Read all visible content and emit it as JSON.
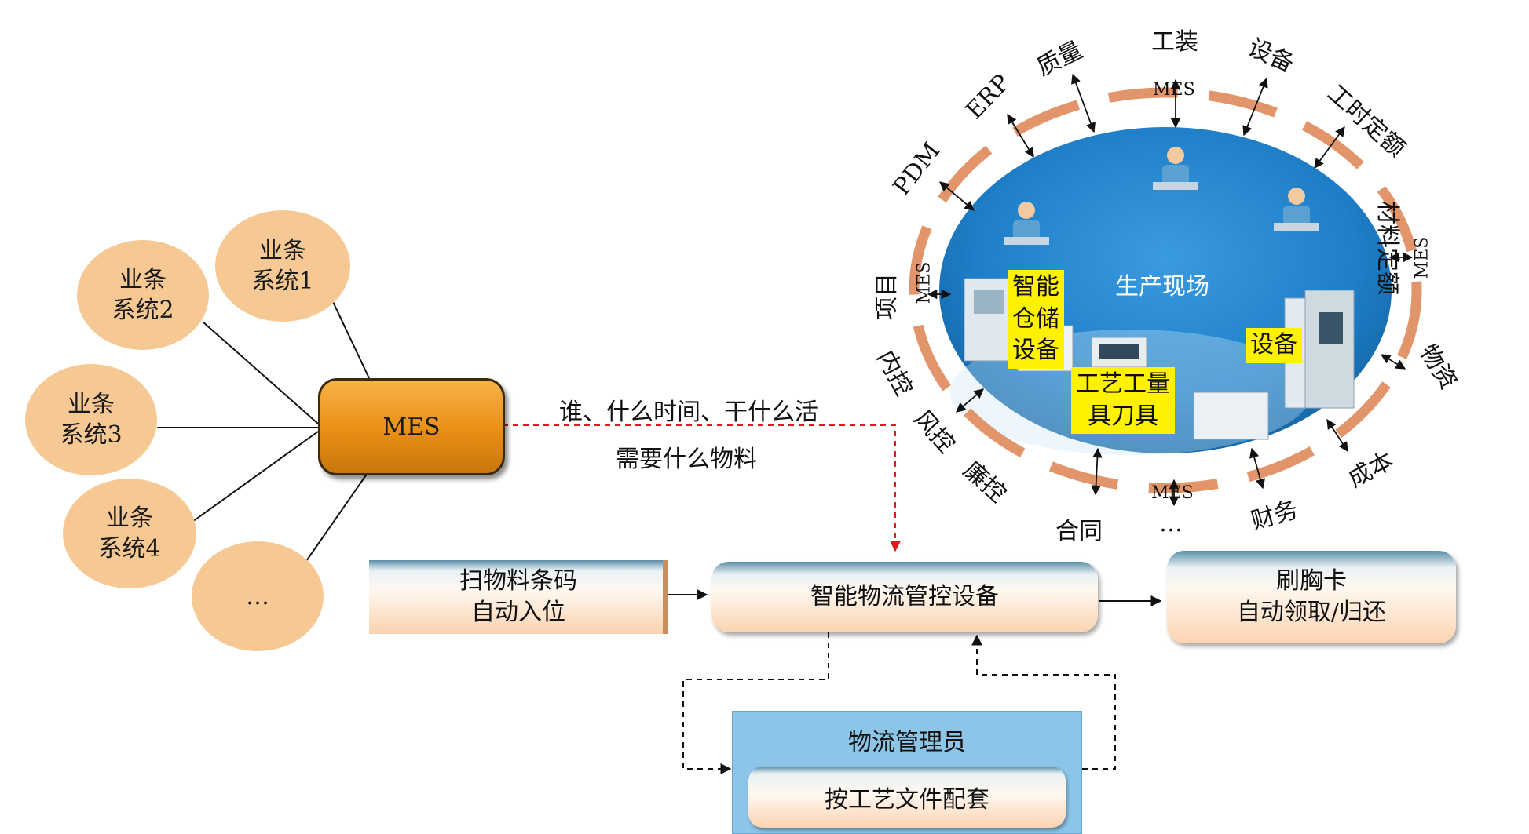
{
  "business_systems": [
    {
      "line1": "业条",
      "line2": "系统1"
    },
    {
      "line1": "业条",
      "line2": "系统2"
    },
    {
      "line1": "业条",
      "line2": "系统3"
    },
    {
      "line1": "业条",
      "line2": "系统4"
    },
    {
      "line1": "…",
      "line2": ""
    }
  ],
  "mes_label": "MES",
  "annotation": {
    "line1": "谁、什么时间、干什么活",
    "line2": "需要什么物料"
  },
  "flow": {
    "scan_box": {
      "line1": "扫物料条码",
      "line2": "自动入位"
    },
    "center_box": "智能物流管控设备",
    "card_box": {
      "line1": "刷胸卡",
      "line2": "自动领取/归还"
    }
  },
  "admin": {
    "title": "物流管理员",
    "task": "按工艺文件配套"
  },
  "production": {
    "center_label": "生产现场",
    "tags": {
      "warehouse": {
        "l1": "智能",
        "l2": "仓储",
        "l3": "设备"
      },
      "equipment": "设备",
      "tooling": {
        "l1": "工艺工量",
        "l2": "具刀具"
      }
    },
    "mes_marks": [
      "MES",
      "MES",
      "MES",
      "MES"
    ],
    "ring_items": {
      "tooling": "工装",
      "equipment": "设备",
      "labor_quota": "工时定额",
      "material_quota": "材料定额",
      "materials": "物资",
      "cost": "成本",
      "finance": "财务",
      "ellipsis": "…",
      "contract": "合同",
      "integrity": "廉控",
      "risk": "风控",
      "internal_control": "内控",
      "project": "项目",
      "pdm": "PDM",
      "erp": "ERP",
      "quality": "质量"
    }
  },
  "colors": {
    "bubble": "#f5c894",
    "mes_box": "#e98e14",
    "ellipse": "#1e7ec8",
    "ring_dash": "#e2956a",
    "tag": "#fff200",
    "admin_panel": "#8cc5e8",
    "dashed_arrow": "#e0191c"
  }
}
